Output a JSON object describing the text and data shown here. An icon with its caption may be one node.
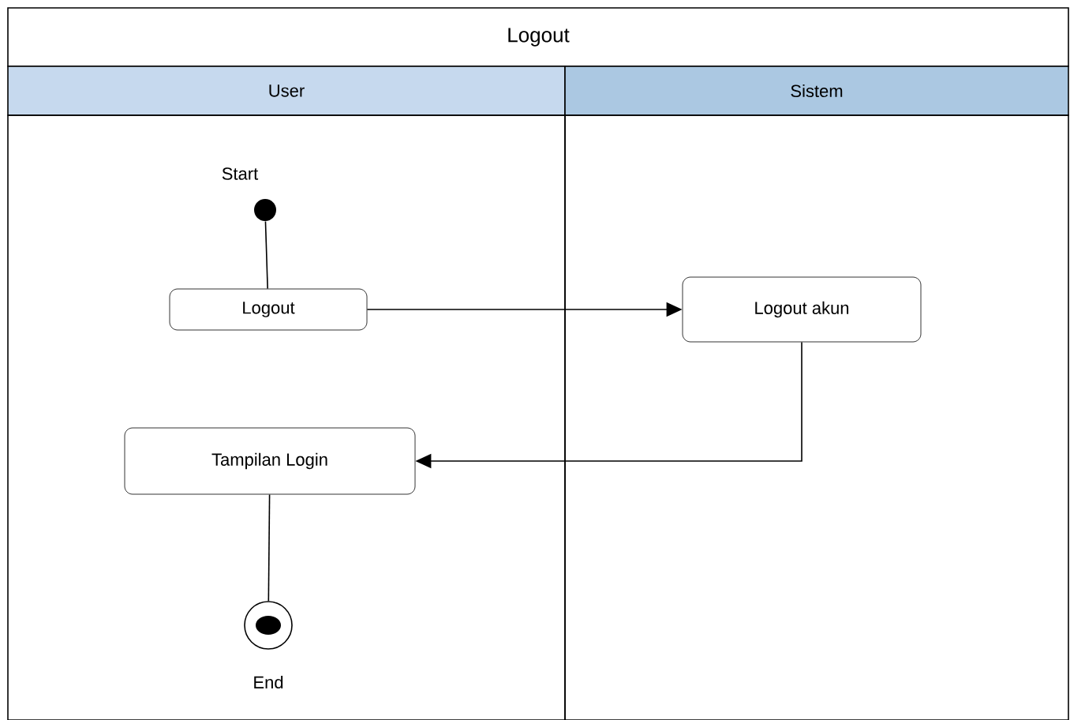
{
  "diagram": {
    "title": "Logout",
    "nodes": [
      {
        "text": [
          "User"
        ]
      },
      {
        "text": [
          "Sistem"
        ]
      },
      {
        "text": [],
        "shape": "circle",
        "beside": [
          "Start"
        ],
        "in": 0
      },
      {
        "text": [
          "Logout"
        ],
        "in": 0
      },
      {
        "text": [
          "Logout akun"
        ],
        "in": 1
      },
      {
        "text": [
          "Tampilan Login"
        ],
        "in": 0
      },
      {
        "text": [],
        "shape": "circle",
        "beside": [
          "End"
        ],
        "in": 0
      }
    ],
    "edges": [
      {
        "from": 2,
        "to": 3,
        "arrow": "none"
      },
      {
        "from": 3,
        "to": 4,
        "arrow": "to"
      },
      {
        "from": 4,
        "to": 5,
        "arrow": "to"
      },
      {
        "from": 5,
        "to": 6,
        "arrow": "none"
      }
    ]
  }
}
